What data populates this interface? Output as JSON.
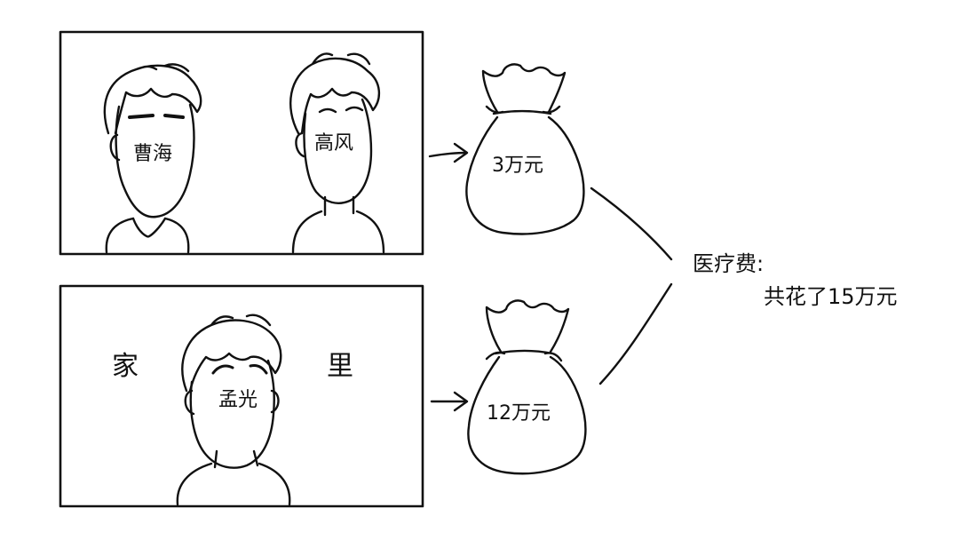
{
  "panel_top": {
    "persons": [
      {
        "name": "曹海"
      },
      {
        "name": "高风"
      }
    ]
  },
  "panel_bottom": {
    "left_text": "家",
    "right_text": "里",
    "person": {
      "name": "孟光"
    }
  },
  "bags": [
    {
      "amount": "3万元"
    },
    {
      "amount": "12万元"
    }
  ],
  "summary": {
    "line1": "医疗费:",
    "line2": "共花了15万元"
  },
  "colors": {
    "stroke": "#111111",
    "background": "#ffffff"
  }
}
